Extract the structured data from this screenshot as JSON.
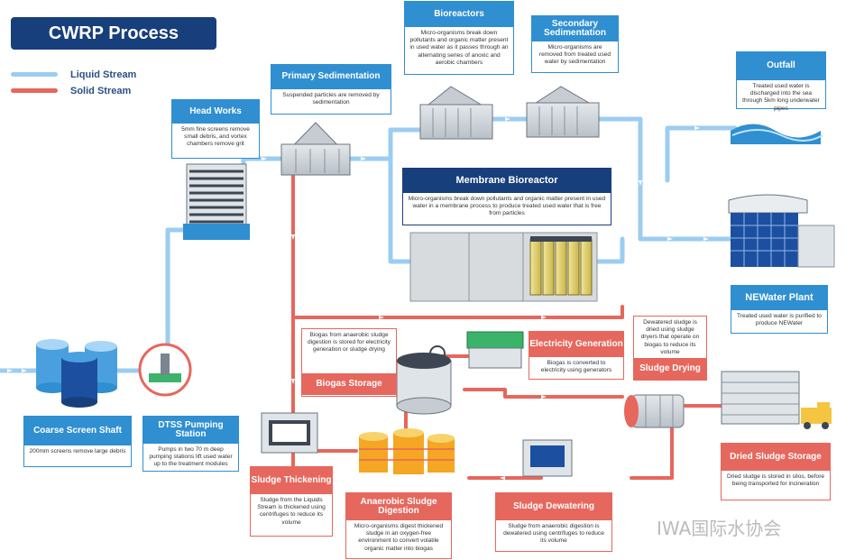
{
  "title": "CWRP Process",
  "legend": {
    "liquid": {
      "label": "Liquid Stream",
      "color": "#9bcdf0"
    },
    "solid": {
      "label": "Solid Stream",
      "color": "#e6675d"
    }
  },
  "stages": {
    "head_works": {
      "title": "Head Works",
      "desc": "5mm fine screens remove small debris, and vortex chambers remove grit"
    },
    "primary_sedimentation": {
      "title": "Primary Sedimentation",
      "desc": "Suspended particles are removed by sedimentation"
    },
    "bioreactors": {
      "title": "Bioreactors",
      "desc": "Micro-organisms break down pollutants and organic matter present in used water as it passes through an alternating series of anoxic and aerobic chambers"
    },
    "secondary_sedimentation": {
      "title": "Secondary Sedimentation",
      "desc": "Micro-organisms are removed from treated used water by sedimentation"
    },
    "outfall": {
      "title": "Outfall",
      "desc": "Treated used water is discharged into the sea through 5km long underwater pipes"
    },
    "membrane_bioreactor": {
      "title": "Membrane Bioreactor",
      "desc": "Micro-organisms break down pollutants and organic matter present in used water in a membrane process to produce treated used water that is free from particles"
    },
    "newater_plant": {
      "title": "NEWater Plant",
      "desc": "Treated used water is purified to produce NEWater"
    },
    "coarse_screen_shaft": {
      "title": "Coarse Screen Shaft",
      "desc": "200mm screens remove large debris"
    },
    "dtss_pumping_station": {
      "title": "DTSS Pumping Station",
      "desc": "Pumps in two 70 m deep pumping stations lift used water up to the treatment modules"
    },
    "biogas_storage": {
      "title": "Biogas Storage",
      "desc": "Biogas from anaerobic sludge digestion is stored for electricity generation or sludge drying"
    },
    "electricity_generation": {
      "title": "Electricity Generation",
      "desc": "Biogas is converted to electricity using generators"
    },
    "sludge_drying": {
      "title": "Sludge Drying",
      "desc": "Dewatered sludge is dried using sludge dryers that operate on biogas to reduce its volume"
    },
    "dried_sludge_storage": {
      "title": "Dried Sludge Storage",
      "desc": "Dried sludge is stored in silos, before being transported for incineration"
    },
    "sludge_thickening": {
      "title": "Sludge Thickening",
      "desc": "Sludge from the Liquids Stream is thickened using centrifuges to reduce its volume"
    },
    "anaerobic_sludge_digestion": {
      "title": "Anaerobic Sludge Digestion",
      "desc": "Micro-organisms digest thickened sludge in an oxygen-free environment to convert volatile organic matter into biogas"
    },
    "sludge_dewatering": {
      "title": "Sludge Dewatering",
      "desc": "Sludge from anaerobic digestion is dewatered using centrifuges to reduce its volume"
    }
  },
  "watermark": "IWA国际水协会"
}
